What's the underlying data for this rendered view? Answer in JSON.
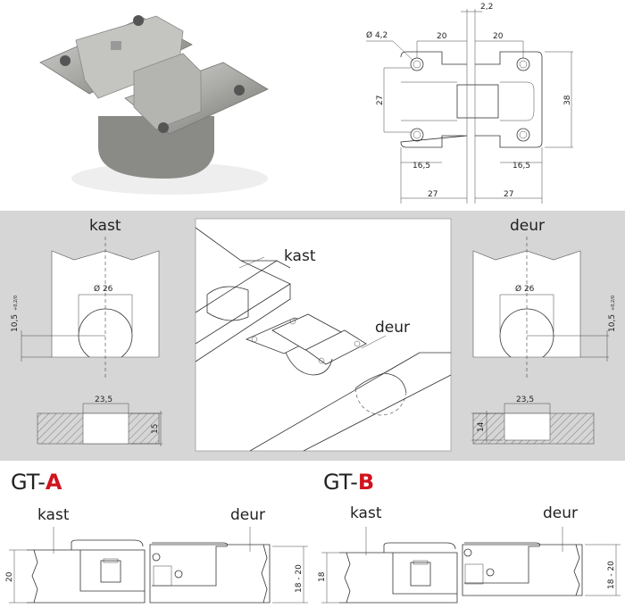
{
  "drawing": {
    "dimensions_top": {
      "hole_dia": "Ø 4,2",
      "left_20": "20",
      "right_20": "20",
      "gap": "2,2",
      "height_27": "27",
      "height_38": "38",
      "left_16_5": "16,5",
      "right_16_5": "16,5",
      "left_27": "27",
      "right_27": "27"
    },
    "left_panel": {
      "label": "kast",
      "bore_dia": "Ø 26",
      "offset": "10,5",
      "tolerance": "+0,2/0",
      "pocket_width": "23,5",
      "pocket_depth": "15"
    },
    "center_panel": {
      "label_kast": "kast",
      "label_deur": "deur"
    },
    "right_panel": {
      "label": "deur",
      "bore_dia": "Ø 26",
      "offset": "10,5",
      "tolerance": "+0,2/0",
      "pocket_width": "23,5",
      "pocket_depth": "14"
    },
    "gt_a": {
      "title_prefix": "GT-",
      "title_letter": "A",
      "label_kast": "kast",
      "label_deur": "deur",
      "kast_thickness": "20",
      "deur_thickness": "18 - 20"
    },
    "gt_b": {
      "title_prefix": "GT-",
      "title_letter": "B",
      "label_kast": "kast",
      "label_deur": "deur",
      "kast_thickness": "18",
      "deur_thickness": "18 - 20"
    },
    "colors": {
      "accent": "#d0141d",
      "band": "#d6d6d6"
    }
  }
}
